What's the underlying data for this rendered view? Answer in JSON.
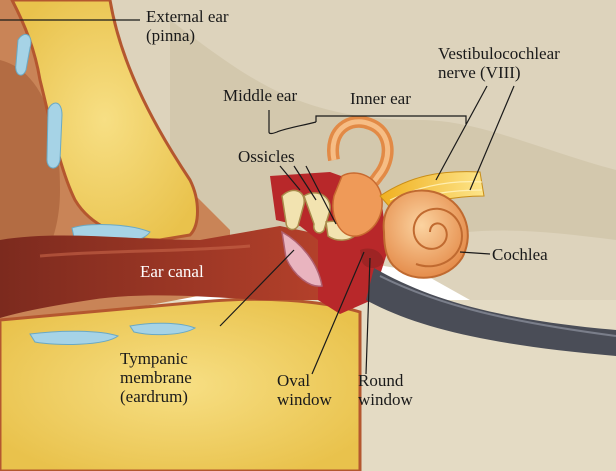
{
  "labels": {
    "external_ear": [
      "External ear",
      "(pinna)"
    ],
    "middle_ear": "Middle ear",
    "inner_ear": "Inner ear",
    "vestibulocochlear_nerve": [
      "Vestibulocochlear",
      "nerve (VIII)"
    ],
    "ossicles": "Ossicles",
    "cochlea": "Cochlea",
    "ear_canal": "Ear canal",
    "tympanic_membrane": [
      "Tympanic",
      "membrane",
      "(eardrum)"
    ],
    "oval_window": [
      "Oval",
      "window"
    ],
    "round_window": [
      "Round",
      "window"
    ]
  },
  "colors": {
    "skin": "#c98457",
    "skin_dark": "#8a4a2a",
    "fat": "#f2d46a",
    "bone": "#ddd2b8",
    "canal": "#9a3b2a",
    "middle_ear_red": "#b8282a",
    "cochlea": "#f0a868",
    "nerve": "#f5c23a",
    "cartilage": "#a6d3e6"
  }
}
